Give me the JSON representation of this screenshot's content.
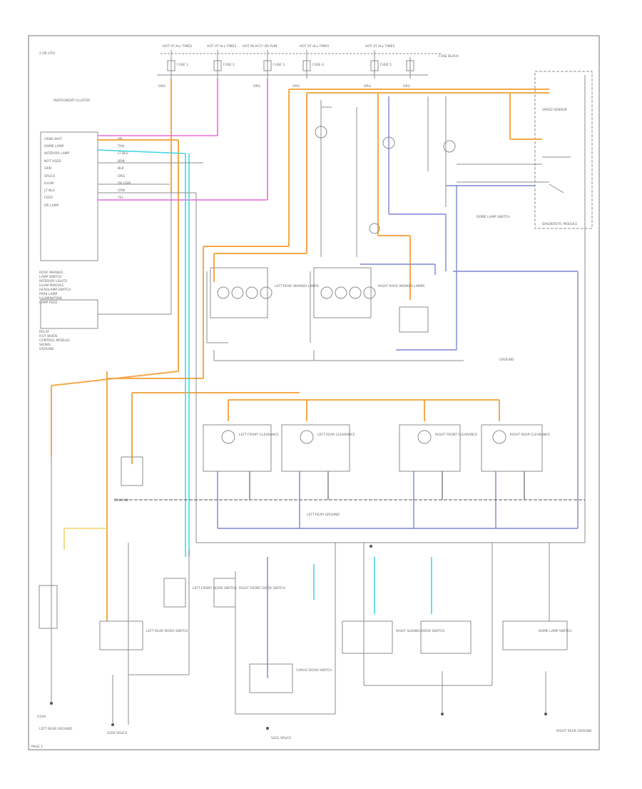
{
  "diagram": {
    "header_note": "2 DR HTO",
    "fuse_labels": [
      "HOT AT ALL TIMES",
      "HOT AT ALL TIMES",
      "HOT IN ACCY OR RUN",
      "HOT AT ALL TIMES",
      "HOT AT ALL TIMES"
    ],
    "fuse_sublabels": [
      "FUSE 1",
      "FUSE 2",
      "FUSE 3",
      "FUSE 4",
      "FUSE 5"
    ],
    "fuse_block_label": "FUSE BLOCK",
    "connector_labels": [
      "ORG",
      "ORG",
      "ORG",
      "ORG",
      "ORG"
    ],
    "module_label": "INSTRUMENT CLUSTER",
    "module_pins": [
      "GRNS WHT",
      "DOME LAMP",
      "INTERIOR LAMP",
      "NOT USED",
      "GRN",
      "SPLICE",
      "ILLUM",
      "LT BLU",
      "FEED",
      "DR LAMP"
    ],
    "module_pin_wires": [
      "PPL",
      "TAN",
      "LT BLU",
      "BRN",
      "BLK",
      "ORG",
      "DK GRN",
      "GRN",
      "YEL"
    ],
    "left_side_texts": [
      "ROOF MARKER",
      "LAMP SWITCH",
      "INTERIOR LIGHTS",
      "ILLUM MODULE",
      "HEADLAMP SWITCH",
      "PARK LAMP",
      "ILLUMINATION",
      "LAMP FEED"
    ],
    "left_side_lower": [
      "RELAY",
      "HOT WHEN",
      "CONTROL MODULE",
      "SIGNAL",
      "GROUND"
    ],
    "lamp_groups": [
      "LEFT ROOF MARKER LAMPS",
      "RIGHT ROOF MARKER LAMPS"
    ],
    "clearance_lamps": [
      "LEFT FRONT CLEARANCE",
      "LEFT REAR CLEARANCE",
      "RIGHT FRONT CLEARANCE",
      "RIGHT REAR CLEARANCE"
    ],
    "right_box_texts": [
      "SPEED SENSOR",
      "DIAGNOSTIC MODULE",
      "DOME LAMP SWITCH"
    ],
    "ground_labels": [
      "GROUND",
      "LEFT REAR GROUND",
      "GROUND",
      "G100"
    ],
    "switch_labels": [
      "LEFT REAR DOOR SWITCH",
      "LEFT FRONT DOOR SWITCH",
      "RIGHT FRONT DOOR SWITCH",
      "CARGO DOOR SWITCH",
      "RIGHT SLIDING DOOR SWITCH",
      "DOME LAMP SWITCH"
    ],
    "bottom_notes": [
      "LEFT REAR GROUND",
      "S200 SPLICE",
      "S201 SPLICE",
      "RIGHT REAR GROUND"
    ],
    "page_number": "PAGE 1",
    "colors": {
      "orange": "#f5a94a",
      "pink": "#e86cd9",
      "cyan": "#44d6e3",
      "blue": "#7b86d3",
      "gray": "#8c8c8c",
      "dark": "#555555",
      "yellow": "#f2d36a"
    }
  }
}
